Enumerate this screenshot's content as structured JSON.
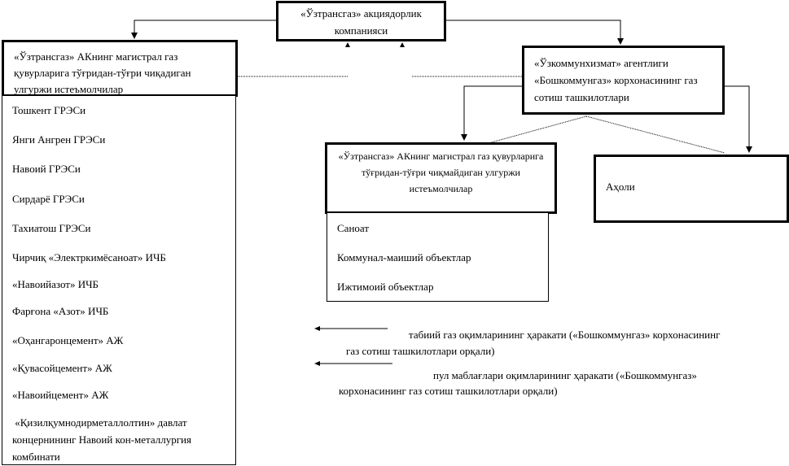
{
  "top": {
    "line1": "«Ўзтрансгаз» акциядорлик",
    "line2": "компанияси"
  },
  "left": {
    "title": [
      "«Ўзтрансгаз» АКнинг магистрал газ",
      "қувурларига тўғридан-тўғри чиқадиган",
      "улгуржи  истеъмолчилар"
    ],
    "items": [
      "Тошкент ГРЭСи",
      "Янги Ангрен ГРЭСи",
      "Навоий ГРЭСи",
      "Сирдарё ГРЭСи",
      "Тахиатош ГРЭСи",
      "Чирчиқ «Электркимёсаноат» ИЧБ",
      "«Навоийазот» ИЧБ",
      "Фарғона «Азот» ИЧБ",
      "«Оҳангаронцемент» АЖ",
      "«Қувасойцемент» АЖ",
      "«Навоийцемент» АЖ"
    ],
    "last": [
      " «Қизилқумнодирметаллолтин» давлат",
      "концернининг Навоий кон-металлургия",
      "комбинати"
    ]
  },
  "right": {
    "title": [
      "«Ўзкоммунхизмат» агентлиги",
      "«Бошкоммунгаз» корхонасининг газ",
      "сотиш ташкилотлари"
    ]
  },
  "middle": {
    "title": [
      "«Ўзтрансгаз» АКнинг магистрал газ қувурларига",
      "тўғридан-тўғри чиқмайдиган улгуржи",
      "истеъмолчилар"
    ],
    "items": [
      "Саноат",
      "Коммунал-маиший объектлар",
      "Ижтимоий объектлар"
    ]
  },
  "population": {
    "label": "Аҳоли"
  },
  "legend": {
    "gas": [
      "табиий газ оқимларининг ҳаракати  («Бошкоммунгаз» корхонасининг",
      "газ сотиш ташкилотлари орқали)"
    ],
    "money": [
      "пул маблағлари оқимларининг ҳаракати («Бошкоммунгаз»",
      "корхонасининг газ сотиш ташкилотлари орқали)"
    ]
  }
}
